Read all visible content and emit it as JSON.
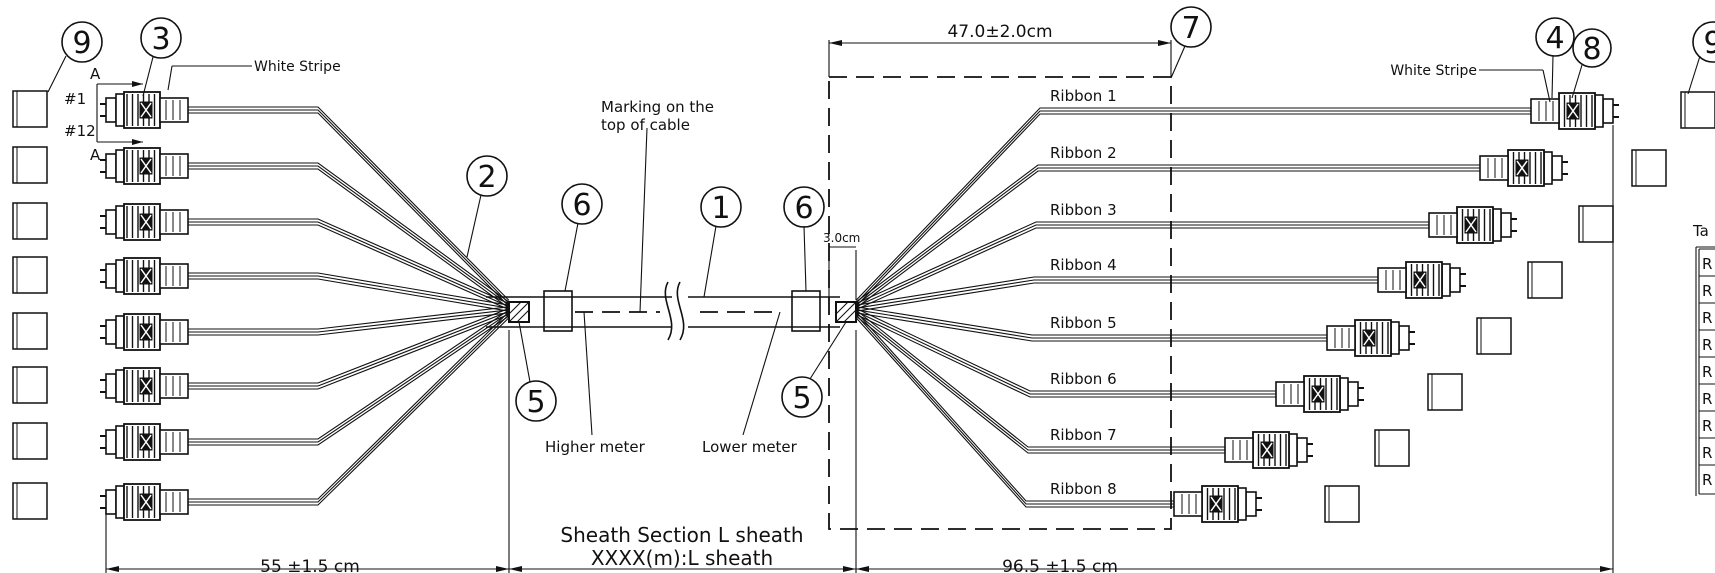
{
  "callouts": {
    "c1": "1",
    "c2": "2",
    "c3": "3",
    "c4": "4",
    "c5a": "5",
    "c5b": "5",
    "c6a": "6",
    "c6b": "6",
    "c7": "7",
    "c8": "8",
    "c9a": "9",
    "c9b": "9"
  },
  "labels": {
    "white_stripe_left": "White Stripe",
    "white_stripe_right": "White Stripe",
    "fiber_first": "#1",
    "fiber_last": "#12",
    "section_a_top": "A",
    "section_a_bottom": "A",
    "marking_line1": "Marking on the",
    "marking_line2": "top of cable",
    "higher_meter": "Higher meter",
    "lower_meter": "Lower meter",
    "breakout_len": "3.0cm",
    "table_title_partial": "Ta",
    "table_cell_partial": "R"
  },
  "dimensions": {
    "top": "47.0±2.0cm",
    "left": "55 ±1.5 cm",
    "right": "96.5 ±1.5 cm",
    "center_line1": "Sheath Section L sheath",
    "center_line2": "XXXX(m):L sheath"
  },
  "ribbons": [
    "Ribbon 1",
    "Ribbon 2",
    "Ribbon 3",
    "Ribbon 4",
    "Ribbon 5",
    "Ribbon 6",
    "Ribbon 7",
    "Ribbon 8"
  ],
  "colors": {
    "line": "#111111",
    "background": "#ffffff"
  }
}
